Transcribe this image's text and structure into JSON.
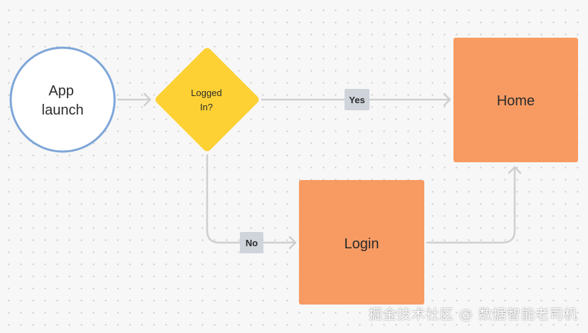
{
  "nodes": {
    "start": {
      "line1": "App",
      "line2": "launch"
    },
    "decision": {
      "line1": "Logged",
      "line2": "In?"
    },
    "home": {
      "label": "Home"
    },
    "login": {
      "label": "Login"
    }
  },
  "edges": {
    "yes_label": "Yes",
    "no_label": "No"
  },
  "watermark": "掘金技术社区 @ 数据智能老司机",
  "colors": {
    "start_stroke": "#7ea6d8",
    "decision_fill": "#fdd134",
    "process_fill": "#f79b63",
    "edge_label_bg": "#cfd4db",
    "connector": "#cfcfcf"
  }
}
